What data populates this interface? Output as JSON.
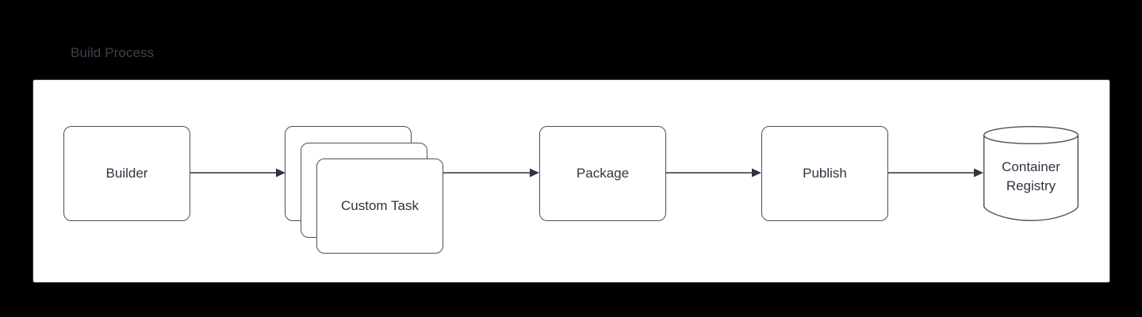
{
  "diagram": {
    "title": "Build Process",
    "background_color": "#000000",
    "panel_background": "#ffffff",
    "stroke_color": "#4a5059",
    "text_color": "#2e3440",
    "title_color": "#3c434d",
    "nodes": [
      {
        "id": "builder",
        "label": "Builder",
        "shape": "rounded-rect"
      },
      {
        "id": "custom-task",
        "label": "Custom Task",
        "shape": "stacked-rect",
        "stack_count": 3
      },
      {
        "id": "package",
        "label": "Package",
        "shape": "rounded-rect"
      },
      {
        "id": "publish",
        "label": "Publish",
        "shape": "rounded-rect"
      },
      {
        "id": "container-registry",
        "label_line1": "Container",
        "label_line2": "Registry",
        "shape": "cylinder"
      }
    ],
    "connectors": [
      {
        "id": "builder-to-custom-task",
        "from": "builder",
        "to": "custom-task",
        "style": "solid-arrow"
      },
      {
        "id": "custom-task-to-package",
        "from": "custom-task",
        "to": "package",
        "style": "solid-arrow"
      },
      {
        "id": "package-to-publish",
        "from": "package",
        "to": "publish",
        "style": "solid-arrow"
      },
      {
        "id": "publish-to-container-registry",
        "from": "publish",
        "to": "container-registry",
        "style": "solid-arrow"
      }
    ]
  }
}
